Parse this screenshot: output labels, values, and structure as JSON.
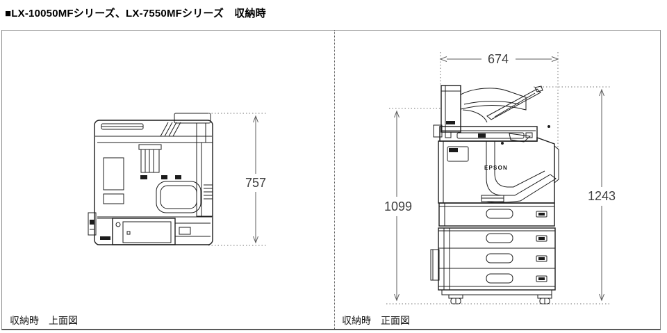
{
  "title": "■LX-10050MFシリーズ、LX-7550MFシリーズ　収納時",
  "left_panel": {
    "caption": "収納時　上面図",
    "height_mm": "757"
  },
  "right_panel": {
    "caption": "収納時　正面図",
    "width_mm": "674",
    "left_height_mm": "1099",
    "right_height_mm": "1243",
    "brand_logo": "EPSON"
  },
  "colors": {
    "line_art": "#1c1c1c",
    "dimension_lines": "#5c5c5c",
    "frame_border": "#8f8f8f",
    "background": "#ffffff"
  }
}
